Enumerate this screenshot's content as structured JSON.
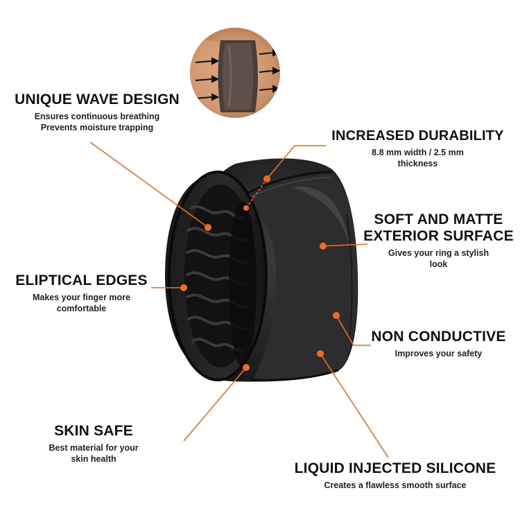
{
  "colors": {
    "accent": "#f26a21",
    "ring": "#222222",
    "text": "#111111",
    "background": "#ffffff"
  },
  "callouts": {
    "wave": {
      "title": "UNIQUE WAVE DESIGN",
      "lines": [
        "Ensures continuous breathing",
        "Prevents moisture trapping"
      ]
    },
    "dur": {
      "title": "INCREASED DURABILITY",
      "lines": [
        "8.8 mm width / 2.5 mm",
        "thickness"
      ]
    },
    "soft": {
      "title_lines": [
        "SOFT AND MATTE",
        "EXTERIOR SURFACE"
      ],
      "lines": [
        "Gives your ring a stylish",
        "look"
      ]
    },
    "ellip": {
      "title": "ELIPTICAL EDGES",
      "lines": [
        "Makes your finger more",
        "comfortable"
      ]
    },
    "nonc": {
      "title": "NON CONDUCTIVE",
      "lines": [
        "Improves your safety"
      ]
    },
    "skin": {
      "title": "SKIN SAFE",
      "lines": [
        "Best material for your",
        "skin health"
      ]
    },
    "liquid": {
      "title": "LIQUID INJECTED SILICONE",
      "lines": [
        "Creates a flawless smooth surface"
      ]
    }
  }
}
